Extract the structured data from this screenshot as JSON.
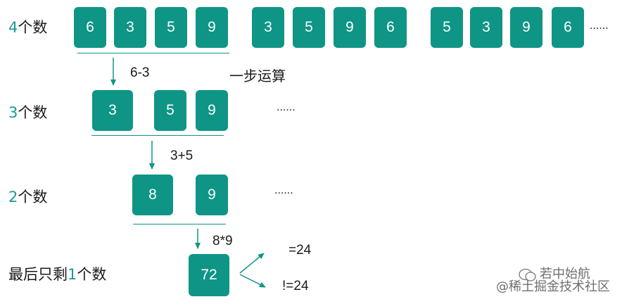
{
  "rows": {
    "r4": {
      "num": "4",
      "suffix": "个数"
    },
    "r3": {
      "num": "3",
      "suffix": "个数"
    },
    "r2": {
      "num": "2",
      "suffix": "个数"
    },
    "r1": {
      "prefix": "最后只剩",
      "num": "1",
      "suffix": "个数"
    }
  },
  "top_groups": [
    [
      "6",
      "3",
      "5",
      "9"
    ],
    [
      "3",
      "5",
      "9",
      "6"
    ],
    [
      "5",
      "3",
      "9",
      "6"
    ]
  ],
  "top_ellipsis": "......",
  "ops": {
    "op1": "6-3",
    "op2": "3+5",
    "op3": "8*9"
  },
  "step_label": "一步运算",
  "row3_boxes": [
    "3",
    "5",
    "9"
  ],
  "row3_ellipsis": "......",
  "row2_boxes": [
    "8",
    "9"
  ],
  "row2_ellipsis": "......",
  "final_box": "72",
  "results": {
    "eq": "=24",
    "neq": "!=24"
  },
  "watermark": {
    "title": "若中始航",
    "sub": "@稀土掘金技术社区"
  },
  "colors": {
    "teal": "#0e9585",
    "teal_text": "#1a9a8e"
  }
}
